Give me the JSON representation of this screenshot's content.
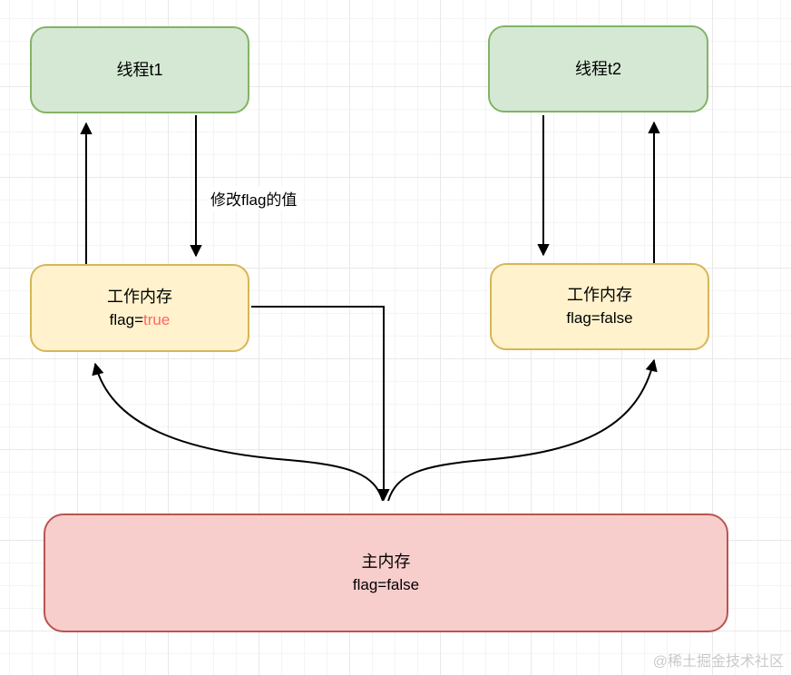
{
  "diagram": {
    "nodes": {
      "thread_t1": {
        "label": "线程t1"
      },
      "thread_t2": {
        "label": "线程t2"
      },
      "working_memory_t1": {
        "title": "工作内存",
        "flag_prefix": "flag=",
        "flag_value": "true"
      },
      "working_memory_t2": {
        "title": "工作内存",
        "flag_prefix": "flag=",
        "flag_value": "false"
      },
      "main_memory": {
        "title": "主内存",
        "flag_prefix": "flag=",
        "flag_value": "false"
      }
    },
    "labels": {
      "edge_label": "修改flag的值",
      "watermark": "@稀土掘金技术社区"
    },
    "colors": {
      "thread_fill": "#d5e8d4",
      "thread_border": "#82b366",
      "working_fill": "#fff2cc",
      "working_border": "#d6b656",
      "main_fill": "#f8cecc",
      "main_border": "#b85450",
      "flag_true_text": "#ff6666",
      "arrow": "#000000",
      "watermark_text": "#c9c9c9"
    }
  }
}
